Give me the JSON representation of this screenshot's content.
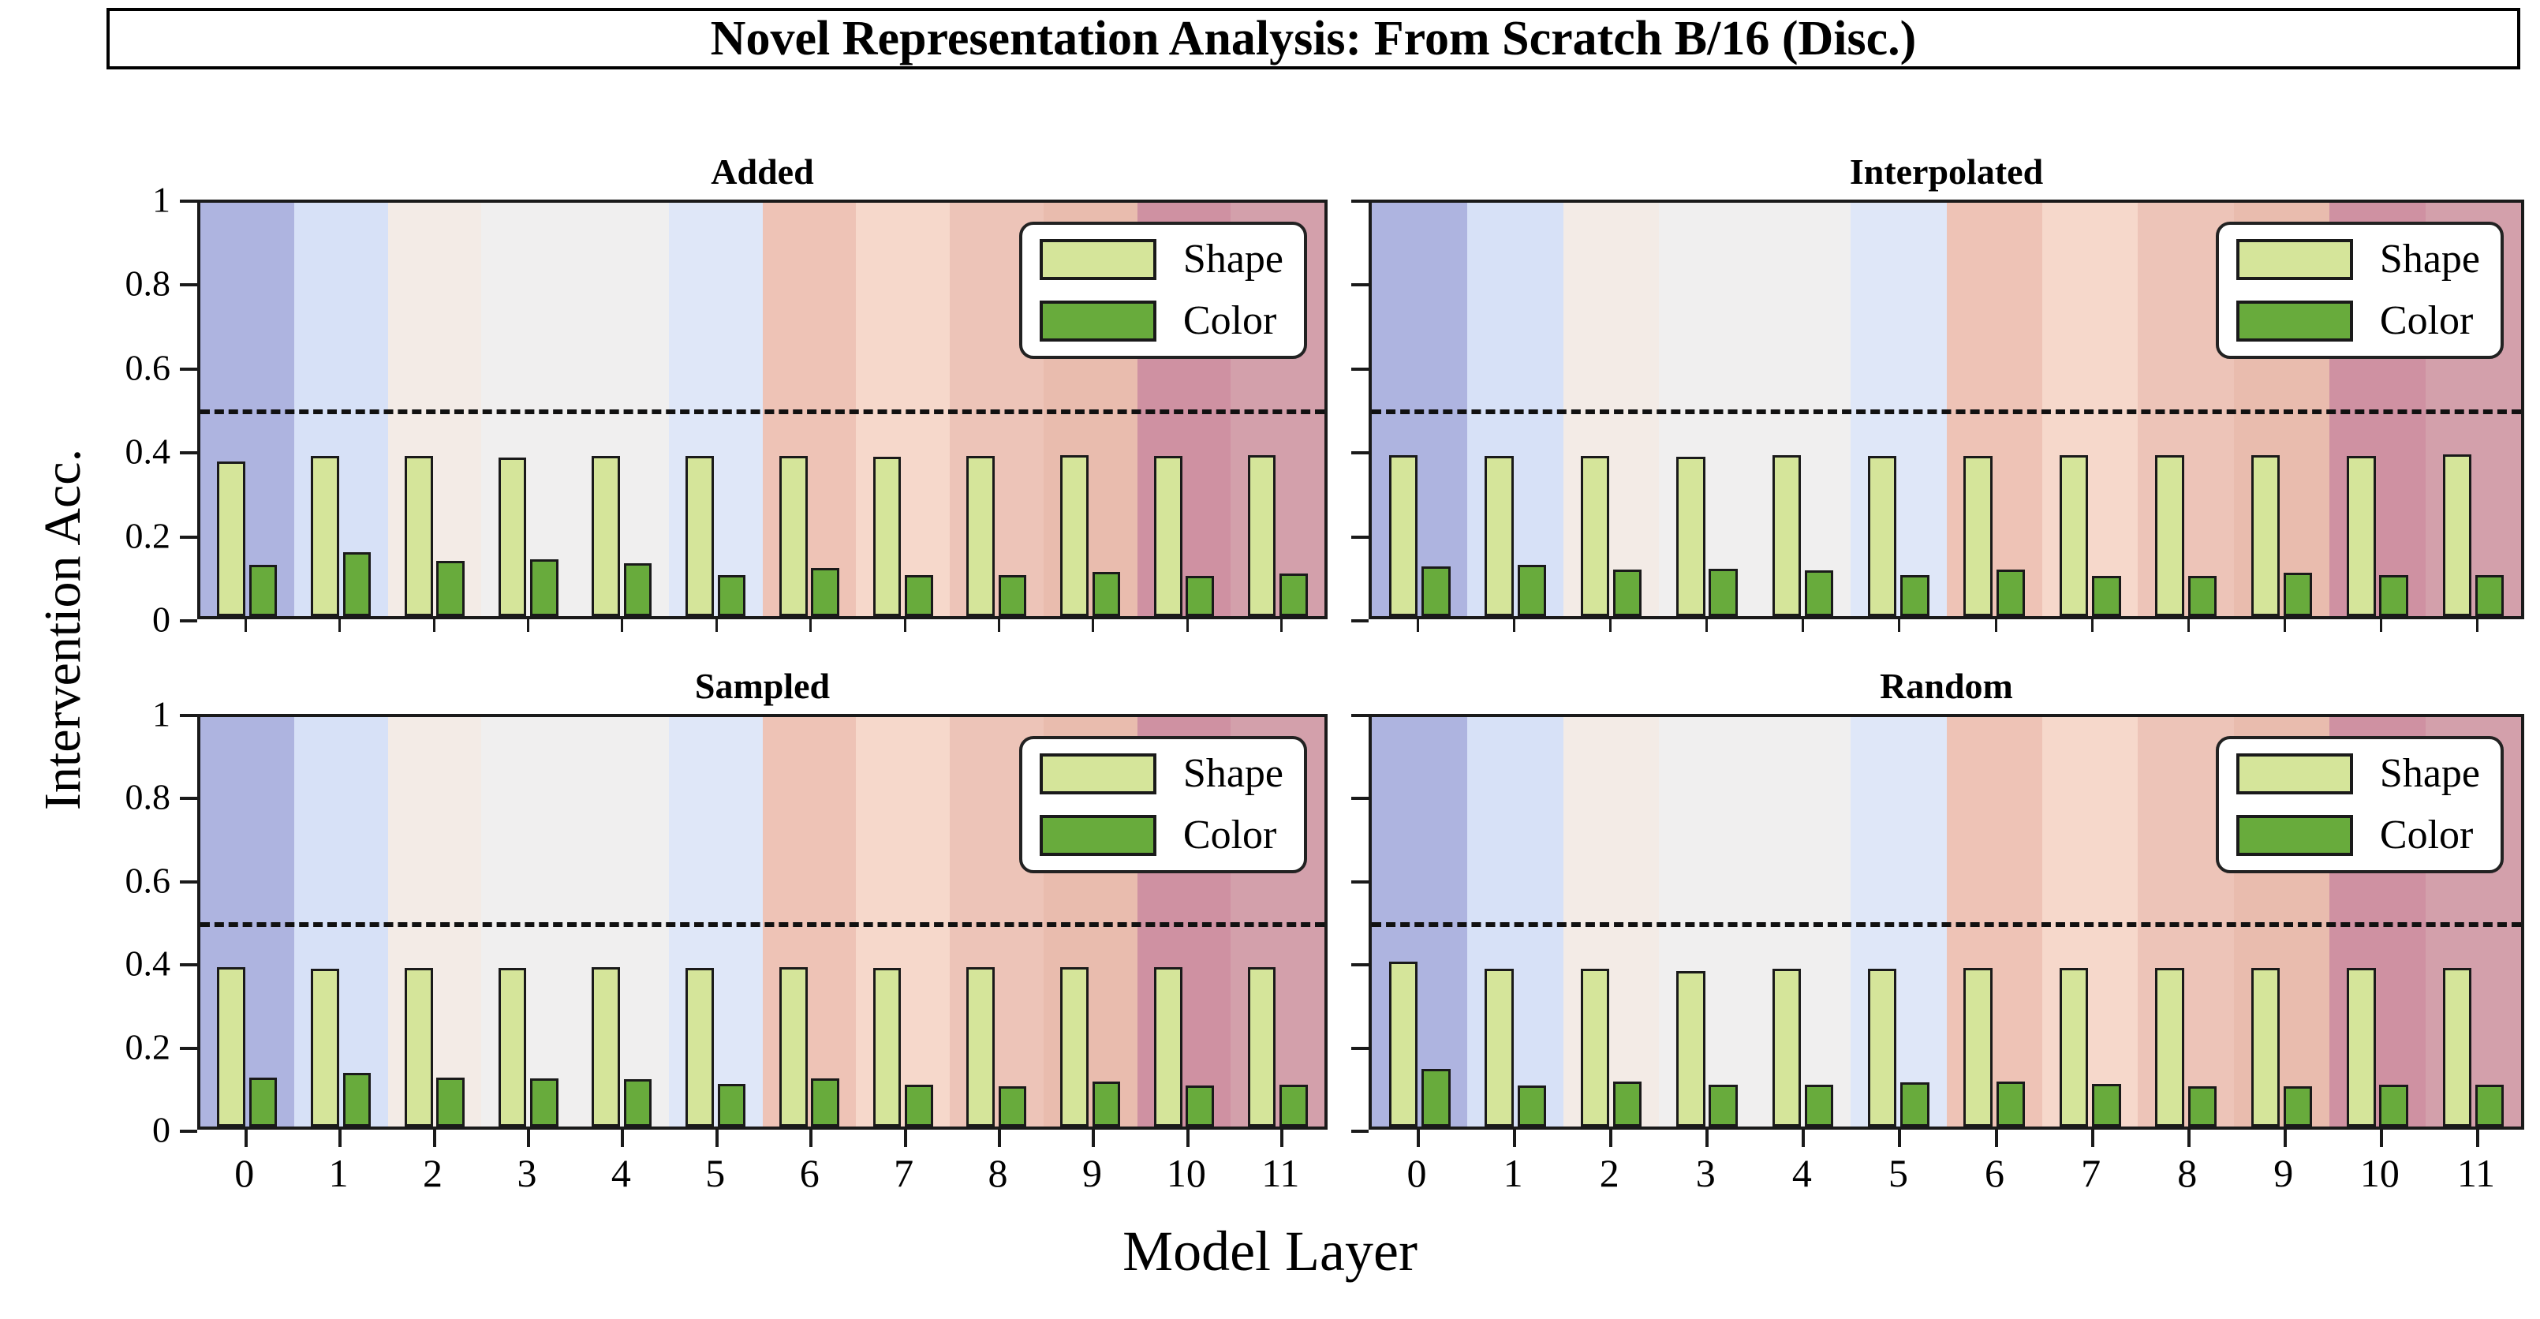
{
  "figure": {
    "title": "Novel Representation Analysis: From Scratch B/16 (Disc.)",
    "xlabel": "Model Layer",
    "ylabel": "Intervention Acc."
  },
  "legend": {
    "shape_label": "Shape",
    "color_label": "Color",
    "shape_color": "#d5e59a",
    "color_color": "#68ab3c"
  },
  "axis": {
    "ytick_labels": [
      "0",
      "0.2",
      "0.4",
      "0.6",
      "0.8",
      "1"
    ],
    "ytick_values": [
      0,
      0.2,
      0.4,
      0.6,
      0.8,
      1
    ],
    "xtick_labels": [
      "0",
      "1",
      "2",
      "3",
      "4",
      "5",
      "6",
      "7",
      "8",
      "9",
      "10",
      "11"
    ],
    "ylim": [
      0,
      1
    ],
    "chance_level": 0.5
  },
  "band_colors": [
    "#aeb4e0",
    "#d7e1f7",
    "#f3ebe6",
    "#f0efef",
    "#f0efef",
    "#dfe7f8",
    "#eec3b6",
    "#f6d8cb",
    "#edc4b8",
    "#e9bcae",
    "#cf91a2",
    "#d3a0ab"
  ],
  "chart_data": {
    "type": "bar",
    "title": "Novel Representation Analysis: From Scratch B/16 (Disc.)",
    "xlabel": "Model Layer",
    "ylabel": "Intervention Acc.",
    "categories": [
      "0",
      "1",
      "2",
      "3",
      "4",
      "5",
      "6",
      "7",
      "8",
      "9",
      "10",
      "11"
    ],
    "ylim": [
      0,
      1
    ],
    "grid": false,
    "legend_position": "upper right",
    "chance_level": 0.5,
    "subplots": [
      {
        "title": "Added",
        "series": [
          {
            "name": "Shape",
            "color": "#d5e59a",
            "values": [
              0.375,
              0.388,
              0.388,
              0.383,
              0.388,
              0.388,
              0.388,
              0.385,
              0.388,
              0.39,
              0.388,
              0.39
            ]
          },
          {
            "name": "Color",
            "color": "#68ab3c",
            "values": [
              0.125,
              0.155,
              0.133,
              0.137,
              0.128,
              0.1,
              0.117,
              0.1,
              0.1,
              0.107,
              0.098,
              0.103
            ]
          }
        ]
      },
      {
        "title": "Interpolated",
        "series": [
          {
            "name": "Shape",
            "color": "#d5e59a",
            "values": [
              0.39,
              0.388,
              0.388,
              0.385,
              0.39,
              0.388,
              0.388,
              0.39,
              0.39,
              0.39,
              0.388,
              0.392
            ]
          },
          {
            "name": "Color",
            "color": "#68ab3c",
            "values": [
              0.12,
              0.125,
              0.112,
              0.115,
              0.11,
              0.1,
              0.112,
              0.098,
              0.098,
              0.105,
              0.1,
              0.1
            ]
          }
        ]
      },
      {
        "title": "Sampled",
        "series": [
          {
            "name": "Shape",
            "color": "#d5e59a",
            "values": [
              0.39,
              0.385,
              0.388,
              0.388,
              0.39,
              0.388,
              0.39,
              0.388,
              0.39,
              0.39,
              0.39,
              0.39
            ]
          },
          {
            "name": "Color",
            "color": "#68ab3c",
            "values": [
              0.12,
              0.132,
              0.12,
              0.118,
              0.115,
              0.105,
              0.118,
              0.103,
              0.098,
              0.11,
              0.1,
              0.103
            ]
          }
        ]
      },
      {
        "title": "Random",
        "series": [
          {
            "name": "Shape",
            "color": "#d5e59a",
            "values": [
              0.403,
              0.385,
              0.385,
              0.38,
              0.385,
              0.385,
              0.388,
              0.388,
              0.388,
              0.388,
              0.388,
              0.388
            ]
          },
          {
            "name": "Color",
            "color": "#68ab3c",
            "values": [
              0.14,
              0.1,
              0.11,
              0.103,
              0.103,
              0.107,
              0.11,
              0.105,
              0.098,
              0.098,
              0.103,
              0.103
            ]
          }
        ]
      }
    ]
  }
}
